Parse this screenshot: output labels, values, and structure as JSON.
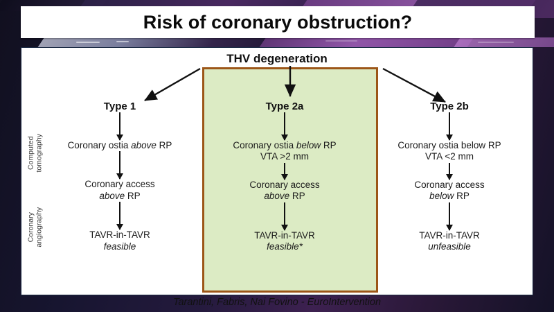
{
  "slide": {
    "title": "Risk of coronary obstruction?",
    "footer_citation": "Tarantini, Fabris, Nai Fovino - EuroIntervention"
  },
  "flowchart": {
    "root_label": "THV degeneration",
    "side_labels": {
      "computed_tomography_line1": "Computed",
      "computed_tomography_line2": "tomography",
      "coronary_angiography_line1": "Coronary",
      "coronary_angiography_line2": "angiography"
    },
    "highlight": {
      "column": "Type 2a",
      "fill_color": "#dcebc4",
      "border_color": "#9c5618"
    },
    "columns": [
      {
        "id": "type1",
        "title": "Type 1",
        "highlighted": false,
        "steps": [
          {
            "line1_pre": "Coronary ostia ",
            "line1_em": "above",
            "line1_post": " RP",
            "line2": ""
          },
          {
            "line1_pre": "Coronary access",
            "line1_em": "",
            "line1_post": "",
            "line2_em": "above",
            "line2_post": " RP"
          },
          {
            "line1_pre": "TAVR-in-TAVR",
            "line1_em": "",
            "line1_post": "",
            "line2_em": "feasible",
            "line2_post": ""
          }
        ]
      },
      {
        "id": "type2a",
        "title": "Type 2a",
        "highlighted": true,
        "steps": [
          {
            "line1_pre": "Coronary ostia ",
            "line1_em": "below",
            "line1_post": " RP",
            "line2": "VTA >2 mm"
          },
          {
            "line1_pre": "Coronary access",
            "line1_em": "",
            "line1_post": "",
            "line2_em": "above",
            "line2_post": " RP"
          },
          {
            "line1_pre": "TAVR-in-TAVR",
            "line1_em": "",
            "line1_post": "",
            "line2_em": "feasible*",
            "line2_post": ""
          }
        ]
      },
      {
        "id": "type2b",
        "title": "Type 2b",
        "highlighted": false,
        "steps": [
          {
            "line1_pre": "Coronary ostia below RP",
            "line1_em": "",
            "line1_post": "",
            "line2": "VTA <2 mm"
          },
          {
            "line1_pre": "Coronary access",
            "line1_em": "",
            "line1_post": "",
            "line2_em": "below",
            "line2_post": " RP"
          },
          {
            "line1_pre": "TAVR-in-TAVR",
            "line1_em": "",
            "line1_post": "",
            "line2_em": "unfeasible",
            "line2_post": ""
          }
        ]
      }
    ]
  }
}
